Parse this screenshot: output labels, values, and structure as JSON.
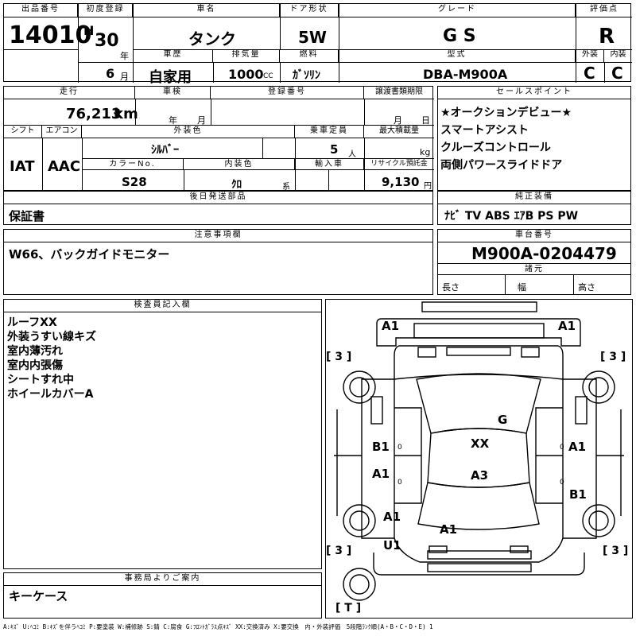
{
  "header": {
    "lot_label": "出品番号",
    "lot": "14010",
    "first_reg_label": "初度登録",
    "era": "H",
    "year": "30",
    "year_unit": "年",
    "month": "6",
    "month_unit": "月",
    "car_name_label": "車名",
    "car_name": "タンク",
    "door_label": "ドア形状",
    "door": "5W",
    "grade_label": "グレード",
    "grade": "G S",
    "score_label": "評価点",
    "score": "R",
    "history_label": "車歴",
    "history": "自家用",
    "displacement_label": "排気量",
    "displacement": "1000",
    "displacement_unit": "CC",
    "fuel_label": "燃料",
    "fuel": "ｶﾞｿﾘﾝ",
    "model_label": "型式",
    "model": "DBA-M900A",
    "ext_label": "外装",
    "ext_score": "C",
    "int_label": "内装",
    "int_score": "C"
  },
  "specs": {
    "mileage_label": "走行",
    "mileage": "76,213",
    "mileage_unit": "km",
    "inspection_label": "車検",
    "insp_year": "年",
    "insp_month": "月",
    "reg_no_label": "登録番号",
    "transfer_label": "譲渡書類期限",
    "transfer_month": "月",
    "transfer_day": "日",
    "shift_label": "シフト",
    "shift": "IAT",
    "ac_label": "エアコン",
    "ac": "AAC",
    "color_label": "外装色",
    "color": "ｼﾙﾊﾞｰ",
    "capacity_label": "乗車定員",
    "capacity": "5",
    "capacity_unit": "人",
    "load_label": "最大積載量",
    "load_unit": "kg",
    "color_no_label": "カラーNo.",
    "color_no": "S28",
    "interior_label": "内装色",
    "interior": "ｸﾛ",
    "interior_unit": "系",
    "import_label": "輸入車",
    "recycle_label": "リサイクル預託金",
    "recycle": "9,130",
    "recycle_unit": "円"
  },
  "sales_points": {
    "label": "セールスポイント",
    "items": [
      "★オークションデビュー★",
      "スマートアシスト",
      "クルーズコントロール",
      "両側パワースライドドア"
    ]
  },
  "later_parts": {
    "label": "後日発送部品",
    "value": "保証書"
  },
  "equipment": {
    "label": "純正装備",
    "value": "ﾅﾋﾞ TV ABS ｴｱB PS PW"
  },
  "notes": {
    "label": "注意事項欄",
    "value": "W66、バックガイドモニター"
  },
  "chassis": {
    "label": "車台番号",
    "value": "M900A-0204479"
  },
  "dimensions": {
    "label": "諸元",
    "length": "長さ",
    "width": "幅",
    "height": "高さ"
  },
  "inspector": {
    "label": "検査員記入欄",
    "lines": [
      "ルーフXX",
      "外装うすい線キズ",
      "室内薄汚れ",
      "室内内張傷",
      "シートすれ中",
      "ホイールカバーA"
    ]
  },
  "office": {
    "label": "事務局よりご案内",
    "value": "キーケース"
  },
  "sheet": {
    "marks": {
      "a1_tl": "A1",
      "a1_tr": "A1",
      "g": "G",
      "b1_l": "B1",
      "xx": "XX",
      "a1_r": "A1",
      "a1_l": "A1",
      "a3": "A3",
      "b1_r": "B1",
      "a1_rl": "A1",
      "a1_c": "A1",
      "u1": "U1"
    },
    "brackets": {
      "tl": "[ 3 ]",
      "tr": "[ 3 ]",
      "bl": "[ 3 ]",
      "br": "[ 3 ]",
      "t": "[ T ]"
    }
  },
  "legend": "A:ｷｽﾞ U:ﾍｺﾐ B:ｷｽﾞを伴うﾍｺﾐ P:要塗装 W:補修跡 S:錆 C:腐食 G:ﾌﾛﾝﾄｶﾞﾗｽ点ｷｽﾞ XX:交換済み X:要交換　内・外装評価　5段階ﾗﾝｸ順(A・B・C・D・E) 1"
}
